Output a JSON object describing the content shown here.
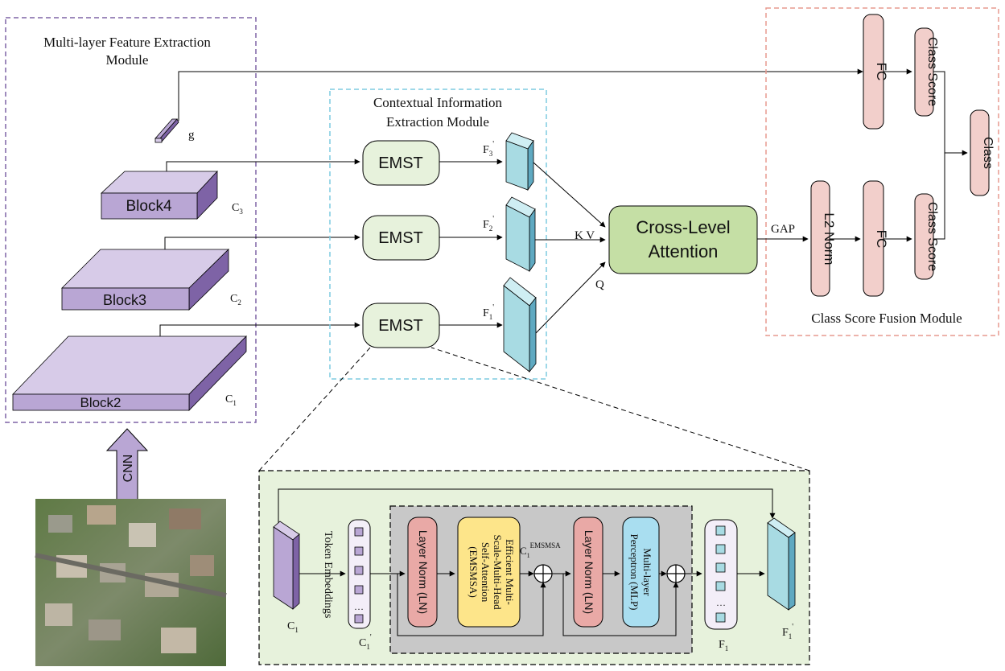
{
  "modules": {
    "feature_extraction": "Multi-layer Feature Extraction",
    "feature_extraction_2": "Module",
    "contextual": "Contextual Information",
    "contextual_2": "Extraction Module",
    "fusion": "Class Score Fusion Module"
  },
  "blocks": {
    "block4": "Block4",
    "block3": "Block3",
    "block2": "Block2"
  },
  "feature_labels": {
    "g": "g",
    "c3": "C",
    "c3_sub": "3",
    "c2": "C",
    "c2_sub": "2",
    "c1": "C",
    "c1_sub": "1"
  },
  "emst": {
    "label": "EMST"
  },
  "f_labels": {
    "f3": "F",
    "f3_sub": "3",
    "f2": "F",
    "f2_sub": "2",
    "f1": "F",
    "f1_sub": "1",
    "prime": "'"
  },
  "attention": {
    "line1": "Cross-Level",
    "line2": "Attention",
    "kv": "K V",
    "q": "Q"
  },
  "fusion_nodes": {
    "gap": "GAP",
    "l2norm": "L2 Norm",
    "fc": "FC",
    "class_score": "Class Score",
    "class": "Class"
  },
  "cnn": "CNN",
  "detail": {
    "token_embeddings": "Token Embeddings",
    "layer_norm": "Layer Norm (LN)",
    "emsmsa_l1": "Efficient Multi-",
    "emsmsa_l2": "Scale-Multi-Head",
    "emsmsa_l3": "Self-Attention",
    "emsmsa_l4": "(EMSMSA)",
    "c1_emsmsa": "C",
    "c1_emsmsa_sub": "1",
    "c1_emsmsa_sup": "EMSMSA",
    "mlp_l1": "Multi-layer",
    "mlp_l2": "Perceptron (MLP)",
    "c1": "C",
    "c1_sub": "1",
    "c1p": "C",
    "c1p_sub": "1",
    "f1": "F",
    "f1_sub": "1",
    "f1p": "F",
    "f1p_sub": "1",
    "ellipsis": "…"
  },
  "colors": {
    "purple": "#b9a6d4",
    "purple_dark": "#7e63a6",
    "cyan": "#a8dbe3",
    "green_box": "#e7f2dc",
    "pink": "#f2cfcb",
    "yellow": "#fde58a",
    "blue": "#a9def0",
    "gray": "#bfbfbf"
  }
}
